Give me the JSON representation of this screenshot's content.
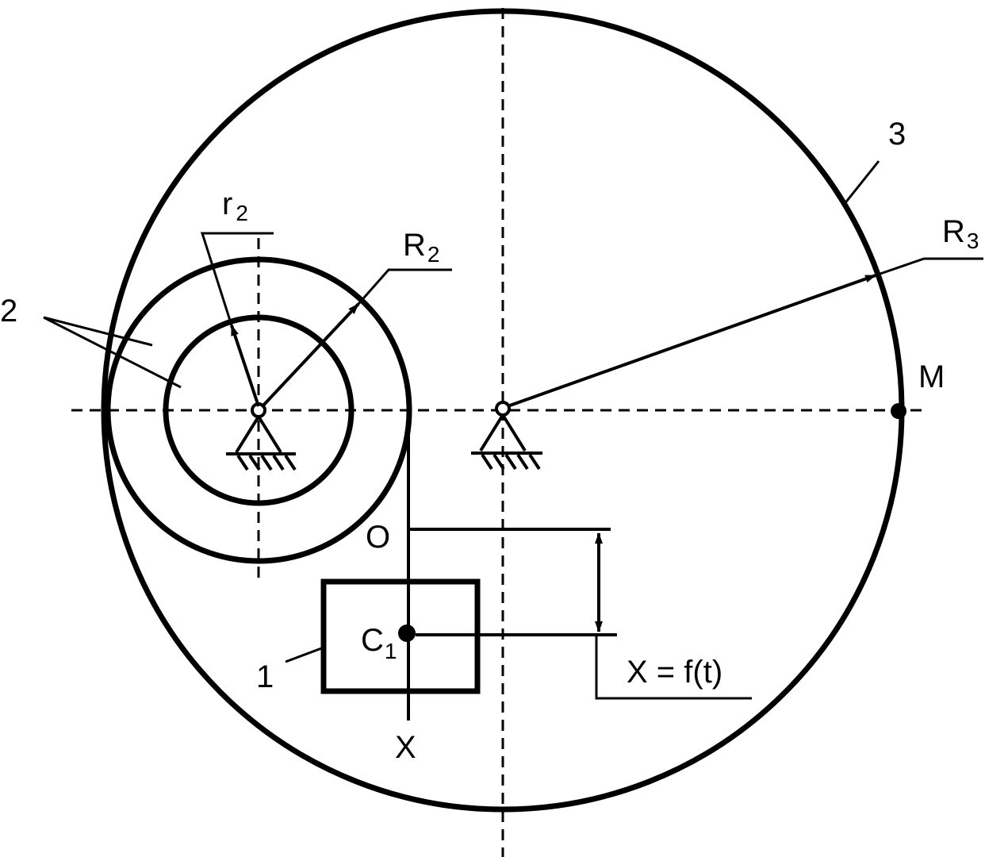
{
  "diagram": {
    "labels": {
      "r2_main": "r",
      "r2_sub": "2",
      "R2_main": "R",
      "R2_sub": "2",
      "R3_main": "R",
      "R3_sub": "3",
      "wheel_3": "3",
      "wheel_2": "2",
      "point_M": "M",
      "point_O": "O",
      "point_C1_main": "C",
      "point_C1_sub": "1",
      "body_1": "1",
      "axis_X": "X",
      "law": "X = f(t)"
    },
    "colors": {
      "ink": "#000000",
      "paper": "#ffffff"
    }
  }
}
